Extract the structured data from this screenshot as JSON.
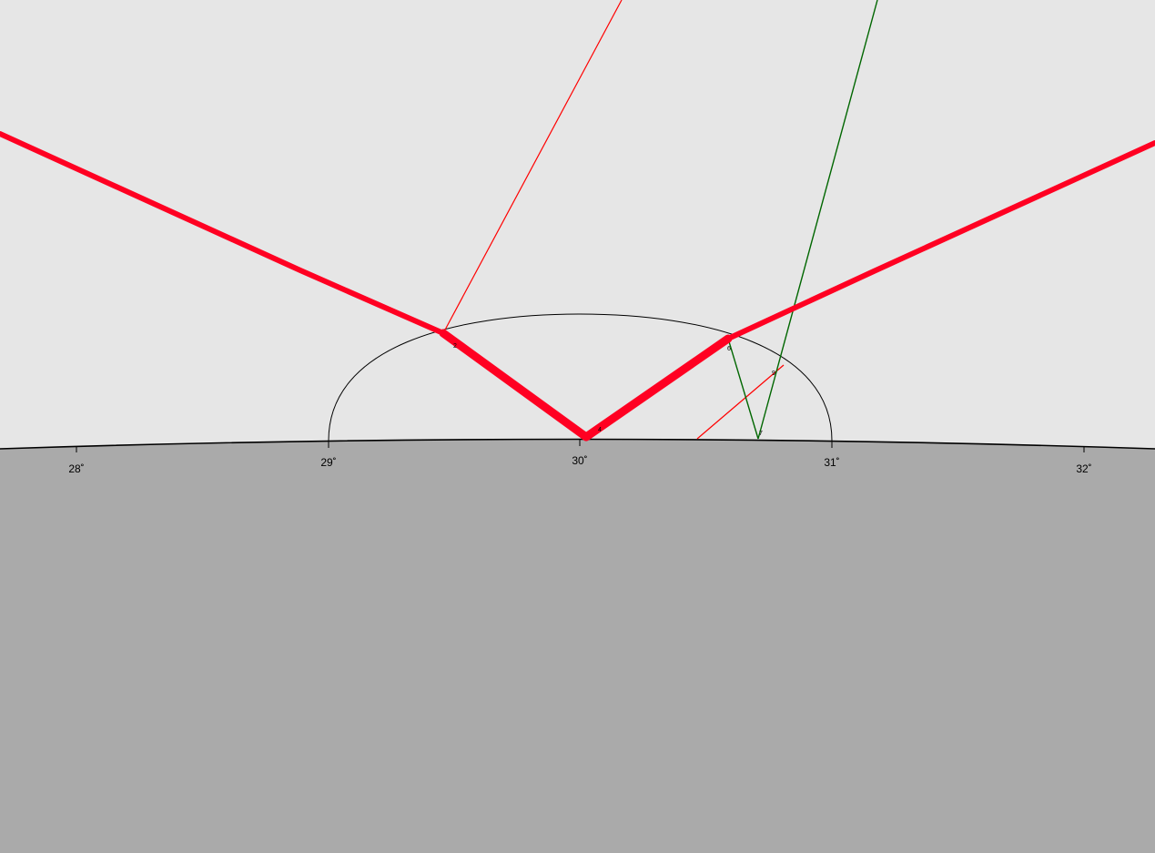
{
  "colors": {
    "sky": "#e6e6e6",
    "earth": "#aaaaaa",
    "surface_line": "#000000",
    "primary_ray": "#ff0022",
    "secondary_ray": "#ff0000",
    "green_ray": "#006600",
    "ellipse": "#000000"
  },
  "axis": {
    "ticks": [
      {
        "value": 28,
        "label": "28˚"
      },
      {
        "value": 29,
        "label": "29˚"
      },
      {
        "value": 30,
        "label": "30˚"
      },
      {
        "value": 31,
        "label": "31˚"
      },
      {
        "value": 32,
        "label": "32˚"
      }
    ]
  },
  "points": [
    {
      "id": "p2",
      "label": "2"
    },
    {
      "id": "p4",
      "label": "4"
    },
    {
      "id": "p6",
      "label": "6"
    },
    {
      "id": "p7",
      "label": "7"
    },
    {
      "id": "p9",
      "label": "9"
    }
  ]
}
